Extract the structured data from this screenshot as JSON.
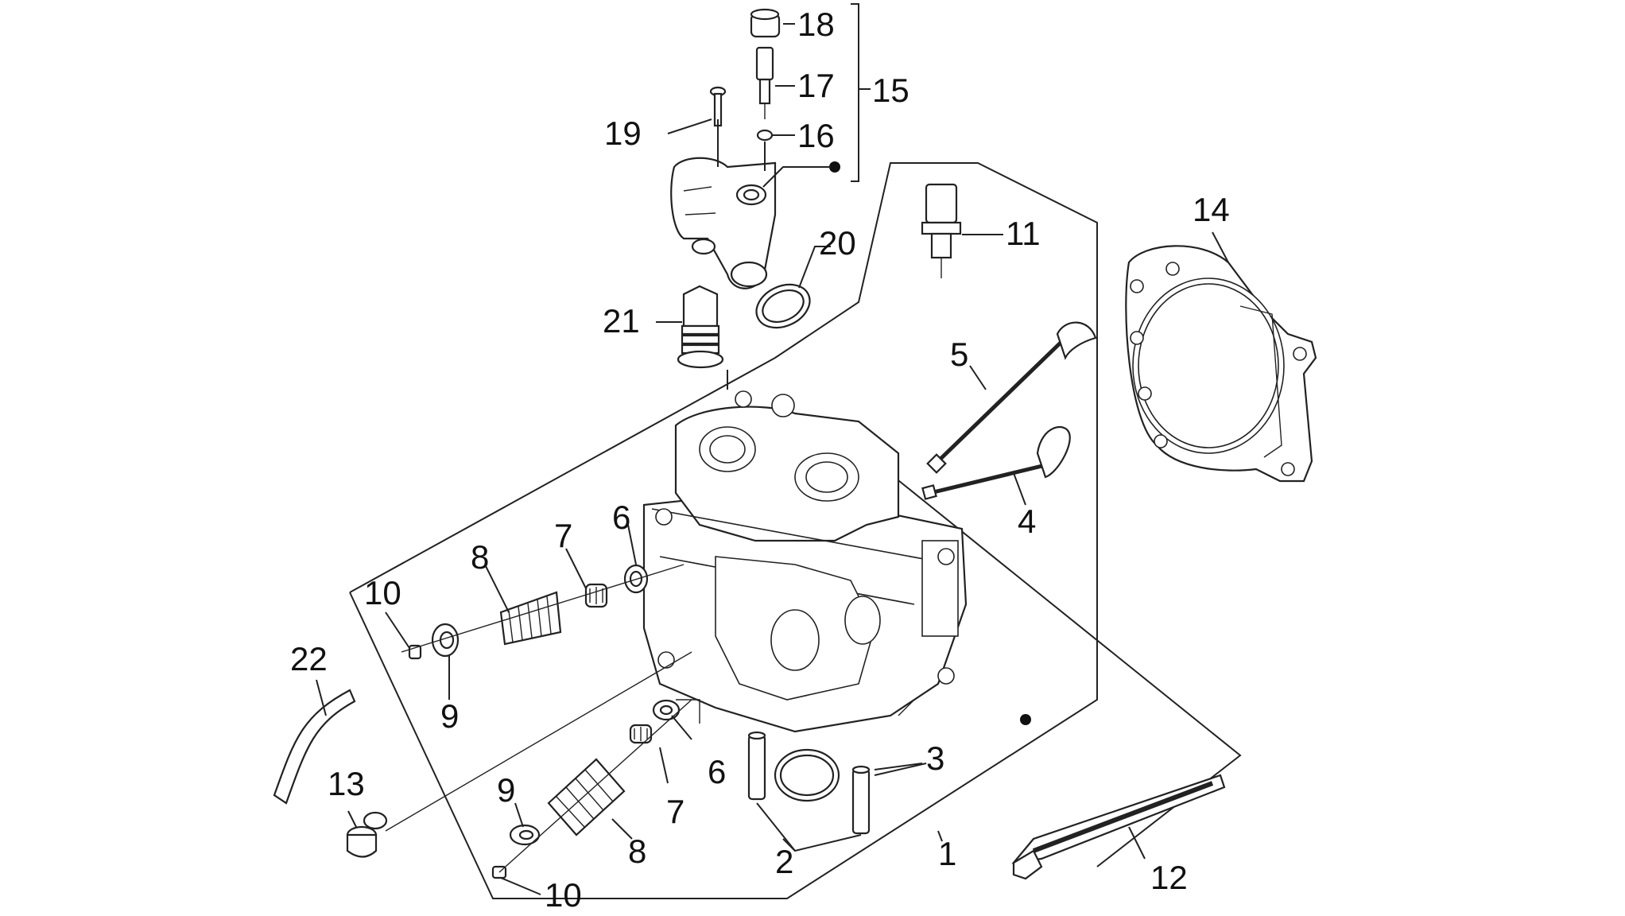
{
  "diagram": {
    "callouts": [
      "1",
      "2",
      "3",
      "4",
      "5",
      "6",
      "6",
      "7",
      "7",
      "8",
      "8",
      "9",
      "9",
      "10",
      "10",
      "11",
      "12",
      "13",
      "14",
      "15",
      "16",
      "17",
      "18",
      "19",
      "20",
      "21",
      "22"
    ]
  }
}
